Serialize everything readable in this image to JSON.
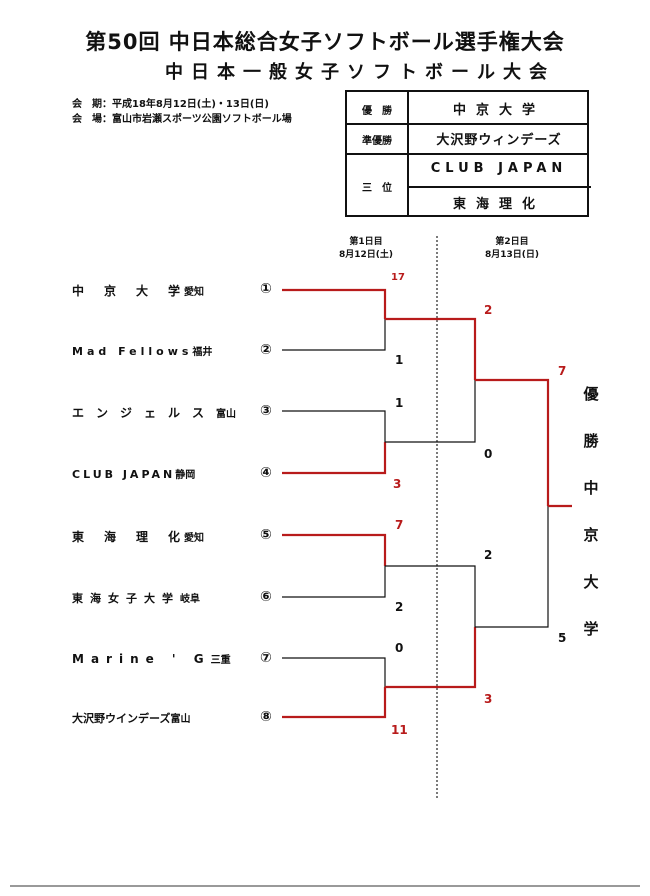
{
  "titles": {
    "main": "第50回 中日本総合女子ソフトボール選手権大会",
    "sub": "中日本一般女子ソフトボール大会"
  },
  "info": {
    "period_label": "会　期：",
    "period_value": "平成18年8月12日(土)・13日(日)",
    "venue_label": "会　場：",
    "venue_value": "富山市岩瀬スポーツ公園ソフトボール場"
  },
  "results": [
    {
      "label": "優　勝",
      "value": "中京大学"
    },
    {
      "label": "準優勝",
      "value": "大沢野ウィンデーズ"
    },
    {
      "label": "三　位",
      "value": "CLUB JAPAN"
    },
    {
      "label": "",
      "value": "東海理化"
    }
  ],
  "days": [
    {
      "day": "第1日目",
      "date": "8月12日(土)"
    },
    {
      "day": "第2日目",
      "date": "8月13日(日)"
    }
  ],
  "teams": [
    {
      "name": "中　京　大　学",
      "pref": "愛知",
      "num": "①"
    },
    {
      "name": "Mad Fellows",
      "pref": "福井",
      "num": "②"
    },
    {
      "name": "エンジェルス",
      "pref": "富山",
      "num": "③"
    },
    {
      "name": "CLUB JAPAN",
      "pref": "静岡",
      "num": "④"
    },
    {
      "name": "東　海　理　化",
      "pref": "愛知",
      "num": "⑤"
    },
    {
      "name": "東海女子大学",
      "pref": "岐阜",
      "num": "⑥"
    },
    {
      "name": "Marine ' G",
      "pref": "三重",
      "num": "⑦"
    },
    {
      "name": "大沢野ウインデーズ",
      "pref": "富山",
      "num": "⑧"
    }
  ],
  "scores": {
    "r1": [
      "17",
      "1",
      "1",
      "3",
      "7",
      "2",
      "0",
      "11"
    ],
    "r2": [
      "2",
      "0",
      "2",
      "3"
    ],
    "final": [
      "7",
      "5"
    ]
  },
  "champion": {
    "label": "優勝",
    "name": "中京大学",
    "chars": [
      "優",
      "勝",
      "中",
      "京",
      "大",
      "学"
    ]
  },
  "colors": {
    "winner_line": "#b81b1b",
    "loser_line": "#111111"
  }
}
